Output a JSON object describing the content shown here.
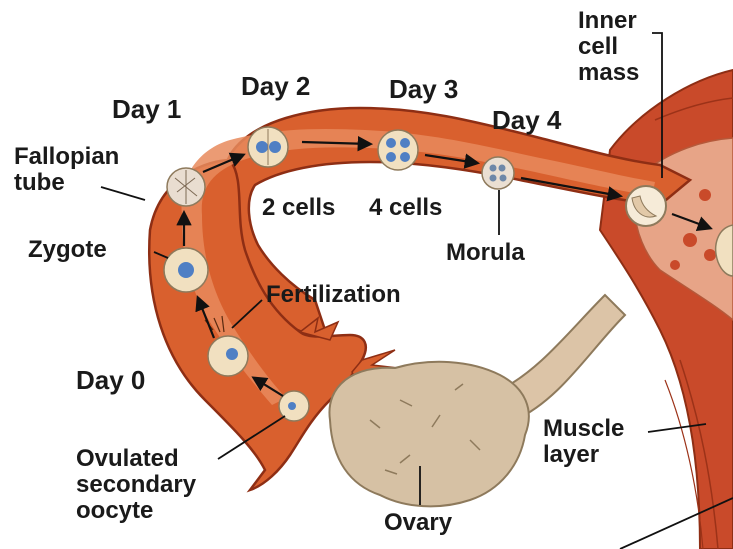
{
  "labels": {
    "day0": "Day 0",
    "day1": "Day 1",
    "day2": "Day 2",
    "day3": "Day 3",
    "day4": "Day 4",
    "fallopian_tube": "Fallopian\ntube",
    "zygote": "Zygote",
    "fertilization": "Fertilization",
    "ovulated_oocyte": "Ovulated\nsecondary\noocyte",
    "two_cells": "2 cells",
    "four_cells": "4 cells",
    "morula": "Morula",
    "inner_cell_mass": "Inner\ncell\nmass",
    "muscle_layer": "Muscle\nlayer",
    "ovary": "Ovary"
  },
  "colors": {
    "tube_wall": "#d9602e",
    "tube_edge": "#8e2e14",
    "tube_lumen": "#e78a5c",
    "uterus_muscle": "#c94a2a",
    "uterus_inner": "#e7a487",
    "ovary": "#d6c1a4",
    "ovary_edge": "#8e7a5c",
    "cell": "#f1e0c0",
    "nucleus": "#4f7fc4"
  }
}
